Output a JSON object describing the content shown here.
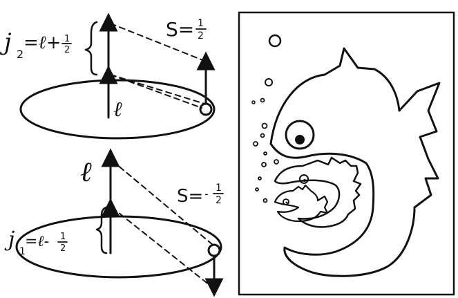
{
  "top_diagram": {
    "j_symbol": "j",
    "j_sub": "2",
    "j_rhs_base": "=ℓ+",
    "j_rhs_num": "1",
    "j_rhs_den": "2",
    "l_label": "ℓ",
    "s_prefix": "S=",
    "s_num": "1",
    "s_den": "2"
  },
  "bottom_diagram": {
    "l_label": "ℓ",
    "j_symbol": "j",
    "j_sub": "1",
    "j_rhs_base": "=ℓ-",
    "j_rhs_num": "1",
    "j_rhs_den": "2",
    "s_prefix": "S=",
    "s_num": "1",
    "s_den": "2",
    "s_sign": "-"
  },
  "colors": {
    "ink": "#111111",
    "paper": "#ffffff"
  }
}
